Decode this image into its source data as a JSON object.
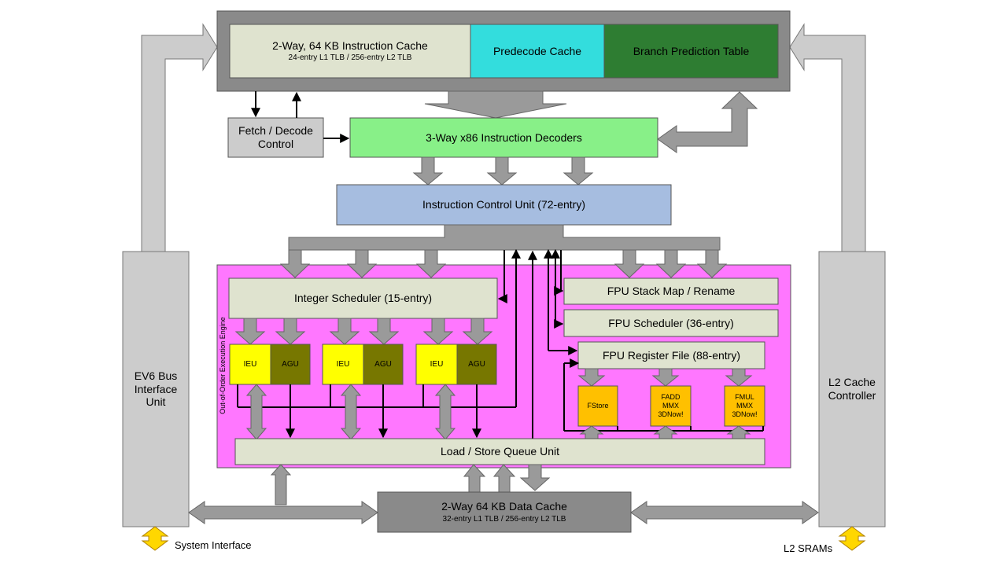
{
  "blocks": {
    "icache": {
      "title": "2-Way, 64 KB Instruction Cache",
      "sub": "24-entry L1 TLB / 256-entry L2 TLB"
    },
    "predecode": "Predecode Cache",
    "branch": "Branch Prediction Table",
    "fetch": "Fetch / Decode Control",
    "decoders": "3-Way  x86 Instruction Decoders",
    "icu": "Instruction Control Unit (72-entry)",
    "int_sched": "Integer Scheduler (15-entry)",
    "fpu_stack": "FPU Stack Map / Rename",
    "fpu_sched": "FPU Scheduler (36-entry)",
    "fpu_reg": "FPU Register File (88-entry)",
    "ieu": "IEU",
    "agu": "AGU",
    "fstore": "FStore",
    "fadd": "FADD MMX 3DNow!",
    "fmul": "FMUL MMX 3DNow!",
    "lsq": "Load / Store Queue Unit",
    "dcache": {
      "title": "2-Way 64 KB Data Cache",
      "sub": "32-entry L1 TLB / 256-entry L2 TLB"
    },
    "ev6": "EV6 Bus Interface Unit",
    "l2ctrl": "L2 Cache Controller"
  },
  "ooo_label": "Out-of-Order Execution Engine",
  "footer": {
    "system": "System Interface",
    "l2srams": "L2 SRAMs"
  },
  "colors": {
    "cache": "#dfe3cf",
    "predecode": "#33dddd",
    "branch": "#2e7d32",
    "decoders": "#88f088",
    "icu": "#a6bde0",
    "ooo": "#ff77ff",
    "unit": "#dfe3cf",
    "ieu": "#ffff00",
    "agu": "#777700",
    "fpu_exec": "#ffc000",
    "gray": "#9a9a9a",
    "light_gray": "#cccccc",
    "frame": "#8a8a8a"
  }
}
